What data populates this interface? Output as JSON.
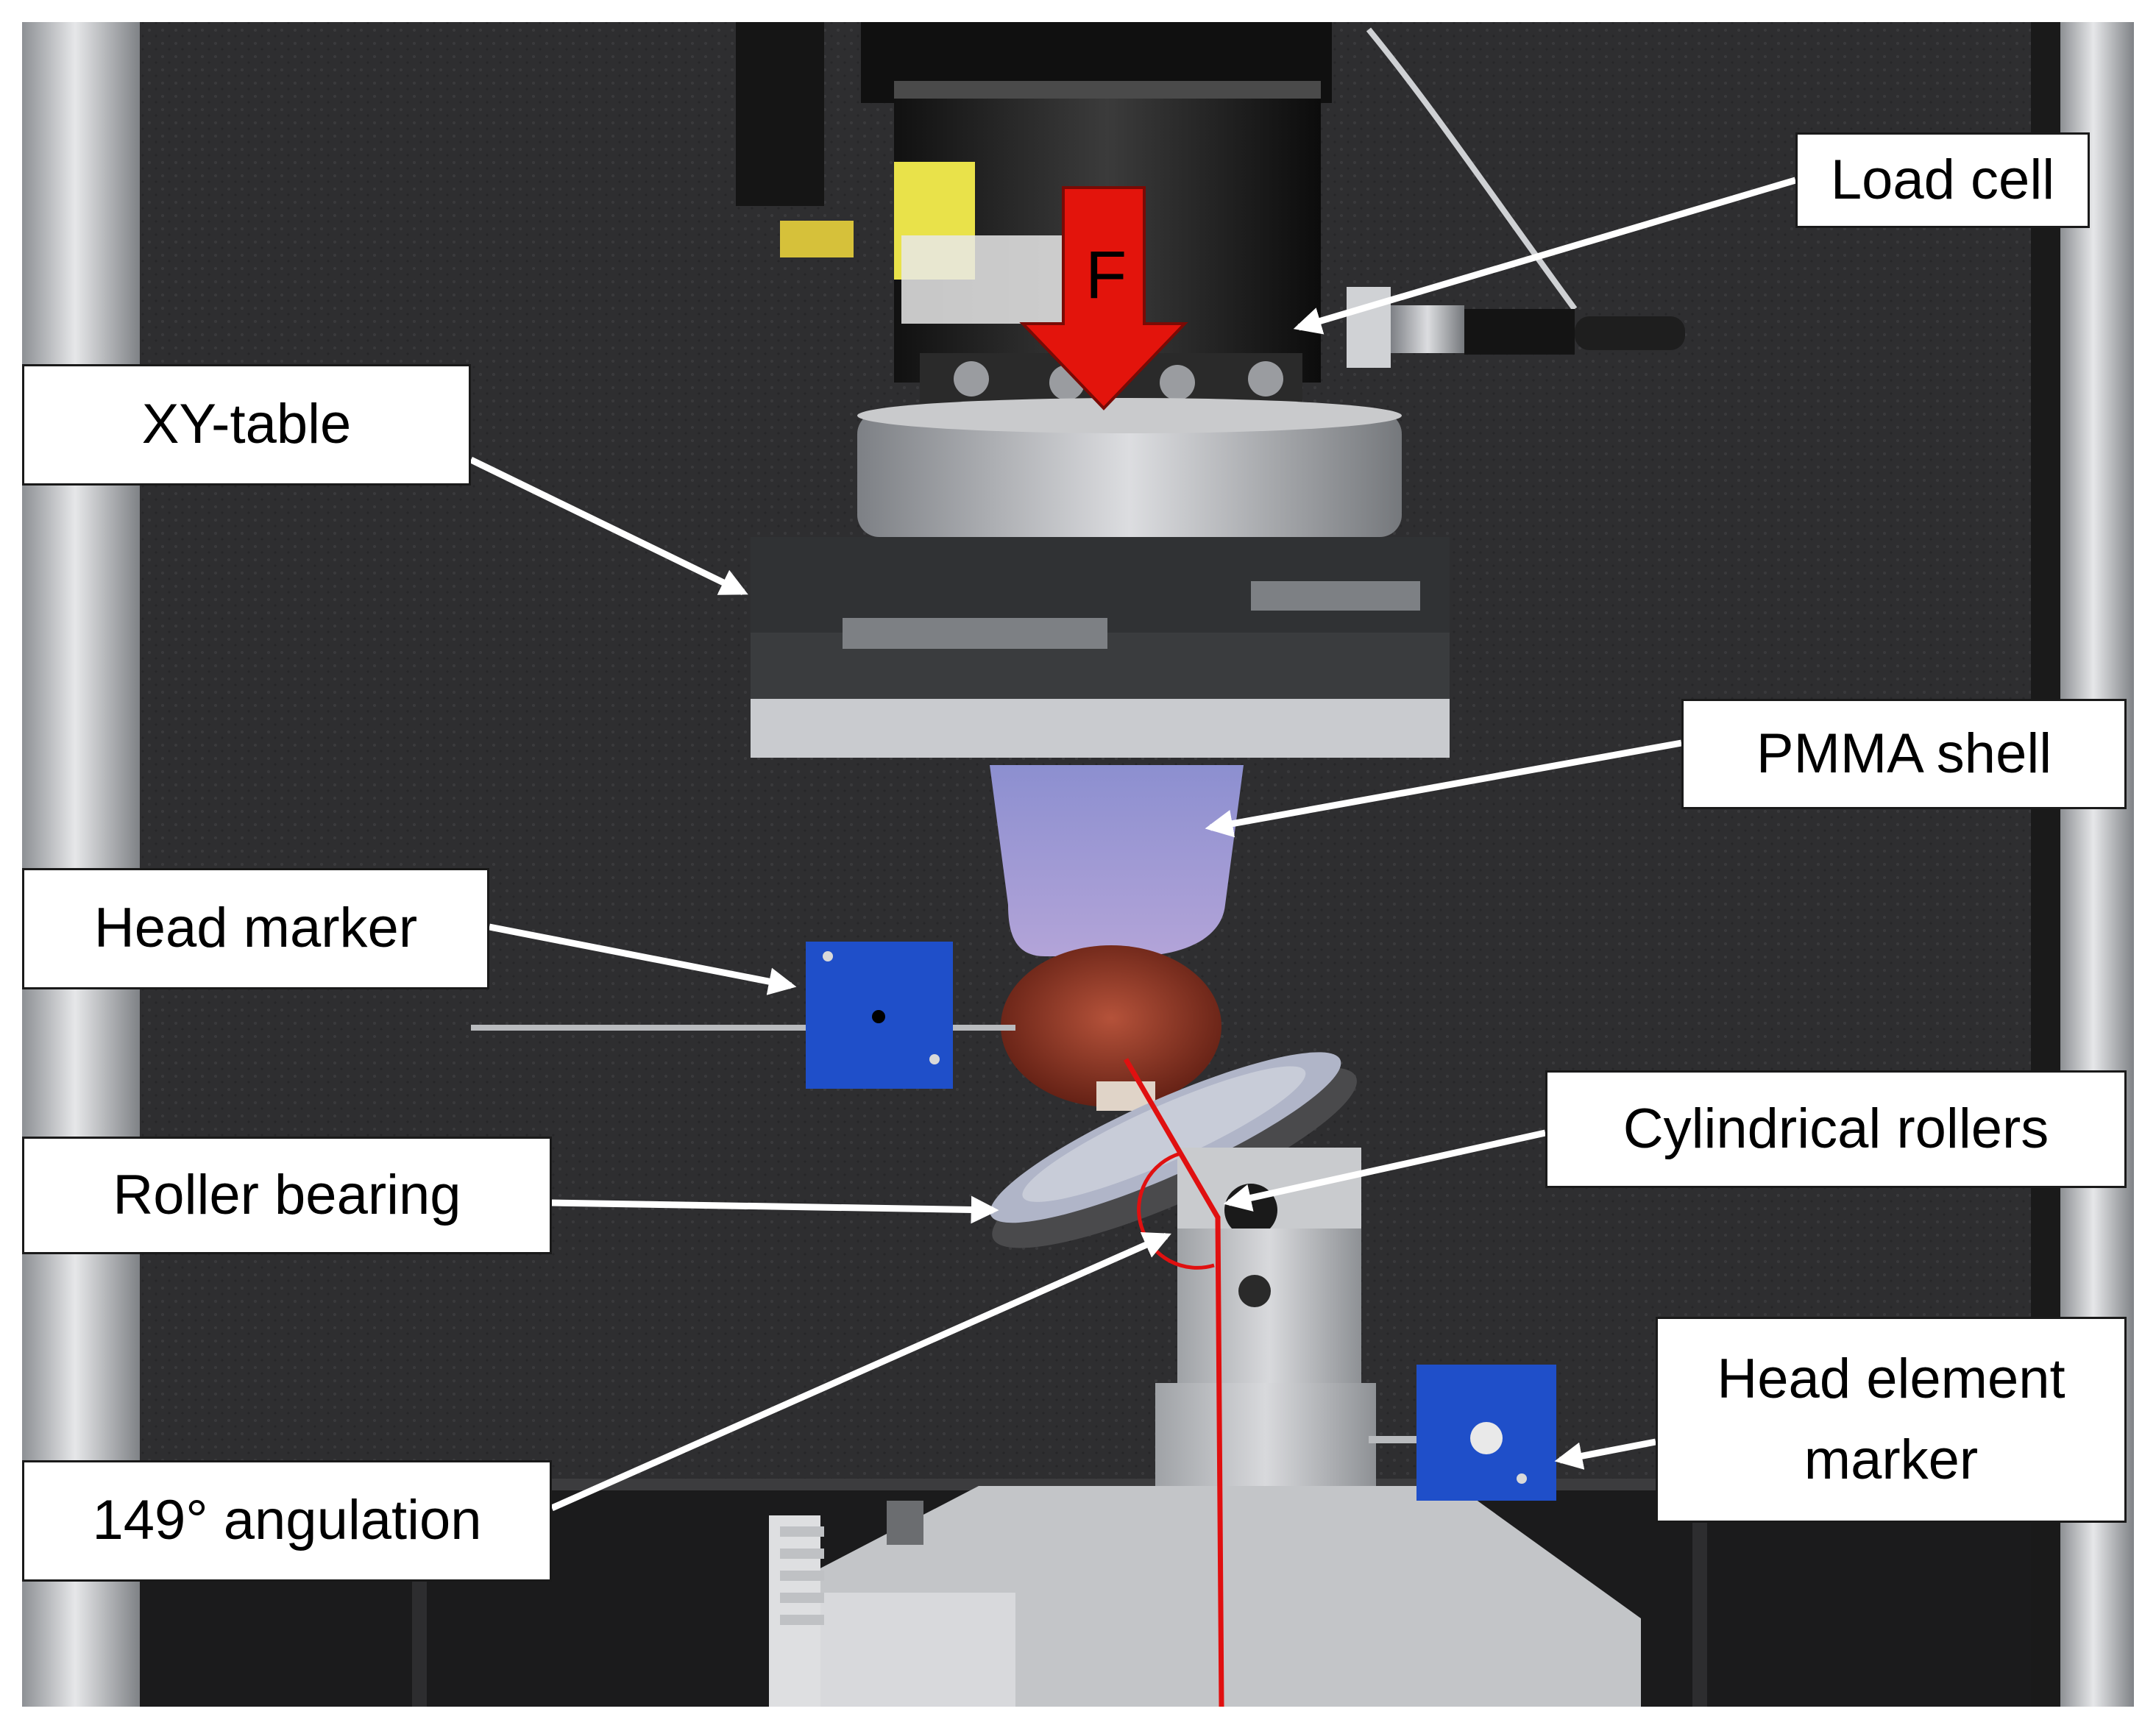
{
  "figure": {
    "force_label": "F",
    "callouts": [
      {
        "id": "load-cell",
        "lines": [
          "Load cell"
        ]
      },
      {
        "id": "xy-table",
        "lines": [
          "XY-table"
        ]
      },
      {
        "id": "pmma-shell",
        "lines": [
          "PMMA shell"
        ]
      },
      {
        "id": "head-marker",
        "lines": [
          "Head marker"
        ]
      },
      {
        "id": "cylindrical-rollers",
        "lines": [
          "Cylindrical rollers"
        ]
      },
      {
        "id": "roller-bearing",
        "lines": [
          "Roller bearing"
        ]
      },
      {
        "id": "head-element-marker",
        "lines": [
          "Head element",
          "marker"
        ]
      },
      {
        "id": "angulation",
        "lines": [
          "149° angulation"
        ]
      }
    ]
  },
  "colors": {
    "backdrop": "#2c2c2e",
    "frame_post": "#bfc1c4",
    "metal": "#a9abb0",
    "marker_blue": "#1f4fc9",
    "force_arrow": "#e3140c",
    "axis_line": "#e01010",
    "callout_arrow": "#ffffff"
  }
}
